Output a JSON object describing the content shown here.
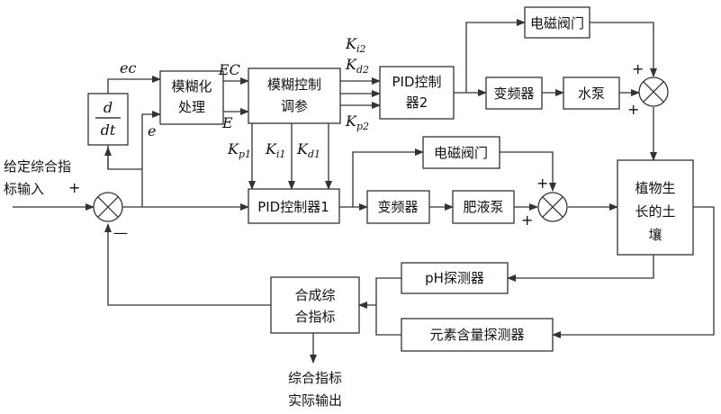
{
  "blocks": {
    "derivative": {
      "num": "d",
      "den": "dt"
    },
    "fuzzify": [
      "模糊化",
      "处理"
    ],
    "fuzzy_tune": [
      "模糊控制",
      "调参"
    ],
    "pid2": [
      "PID控制",
      "器2"
    ],
    "pid1": "PID控制器1",
    "valve_top": "电磁阀门",
    "vfd_top": "变频器",
    "water_pump": "水泵",
    "valve_mid": "电磁阀门",
    "vfd_mid": "变频器",
    "fert_pump": "肥液泵",
    "soil": [
      "植物生",
      "长的土",
      "壤"
    ],
    "ph_sensor": "pH探测器",
    "element_sensor": "元素含量探测器",
    "synth": [
      "合成综",
      "合指标"
    ]
  },
  "labels": {
    "input": [
      "给定综合指",
      "标输入"
    ],
    "output": [
      "综合指标",
      "实际输出"
    ],
    "ec": "ec",
    "e": "e",
    "EC": "EC",
    "E": "E",
    "ki2": {
      "base": "K",
      "sub": "i2"
    },
    "kd2": {
      "base": "K",
      "sub": "d2"
    },
    "kp2": {
      "base": "K",
      "sub": "p2"
    },
    "kp1": {
      "base": "K",
      "sub": "p1"
    },
    "ki1": {
      "base": "K",
      "sub": "i1"
    },
    "kd1": {
      "base": "K",
      "sub": "d1"
    }
  },
  "signs": {
    "input_plus": "+",
    "feedback_minus": "—",
    "top_sum_a": "+",
    "top_sum_b": "+",
    "mid_sum_a": "+",
    "mid_sum_b": "+"
  }
}
